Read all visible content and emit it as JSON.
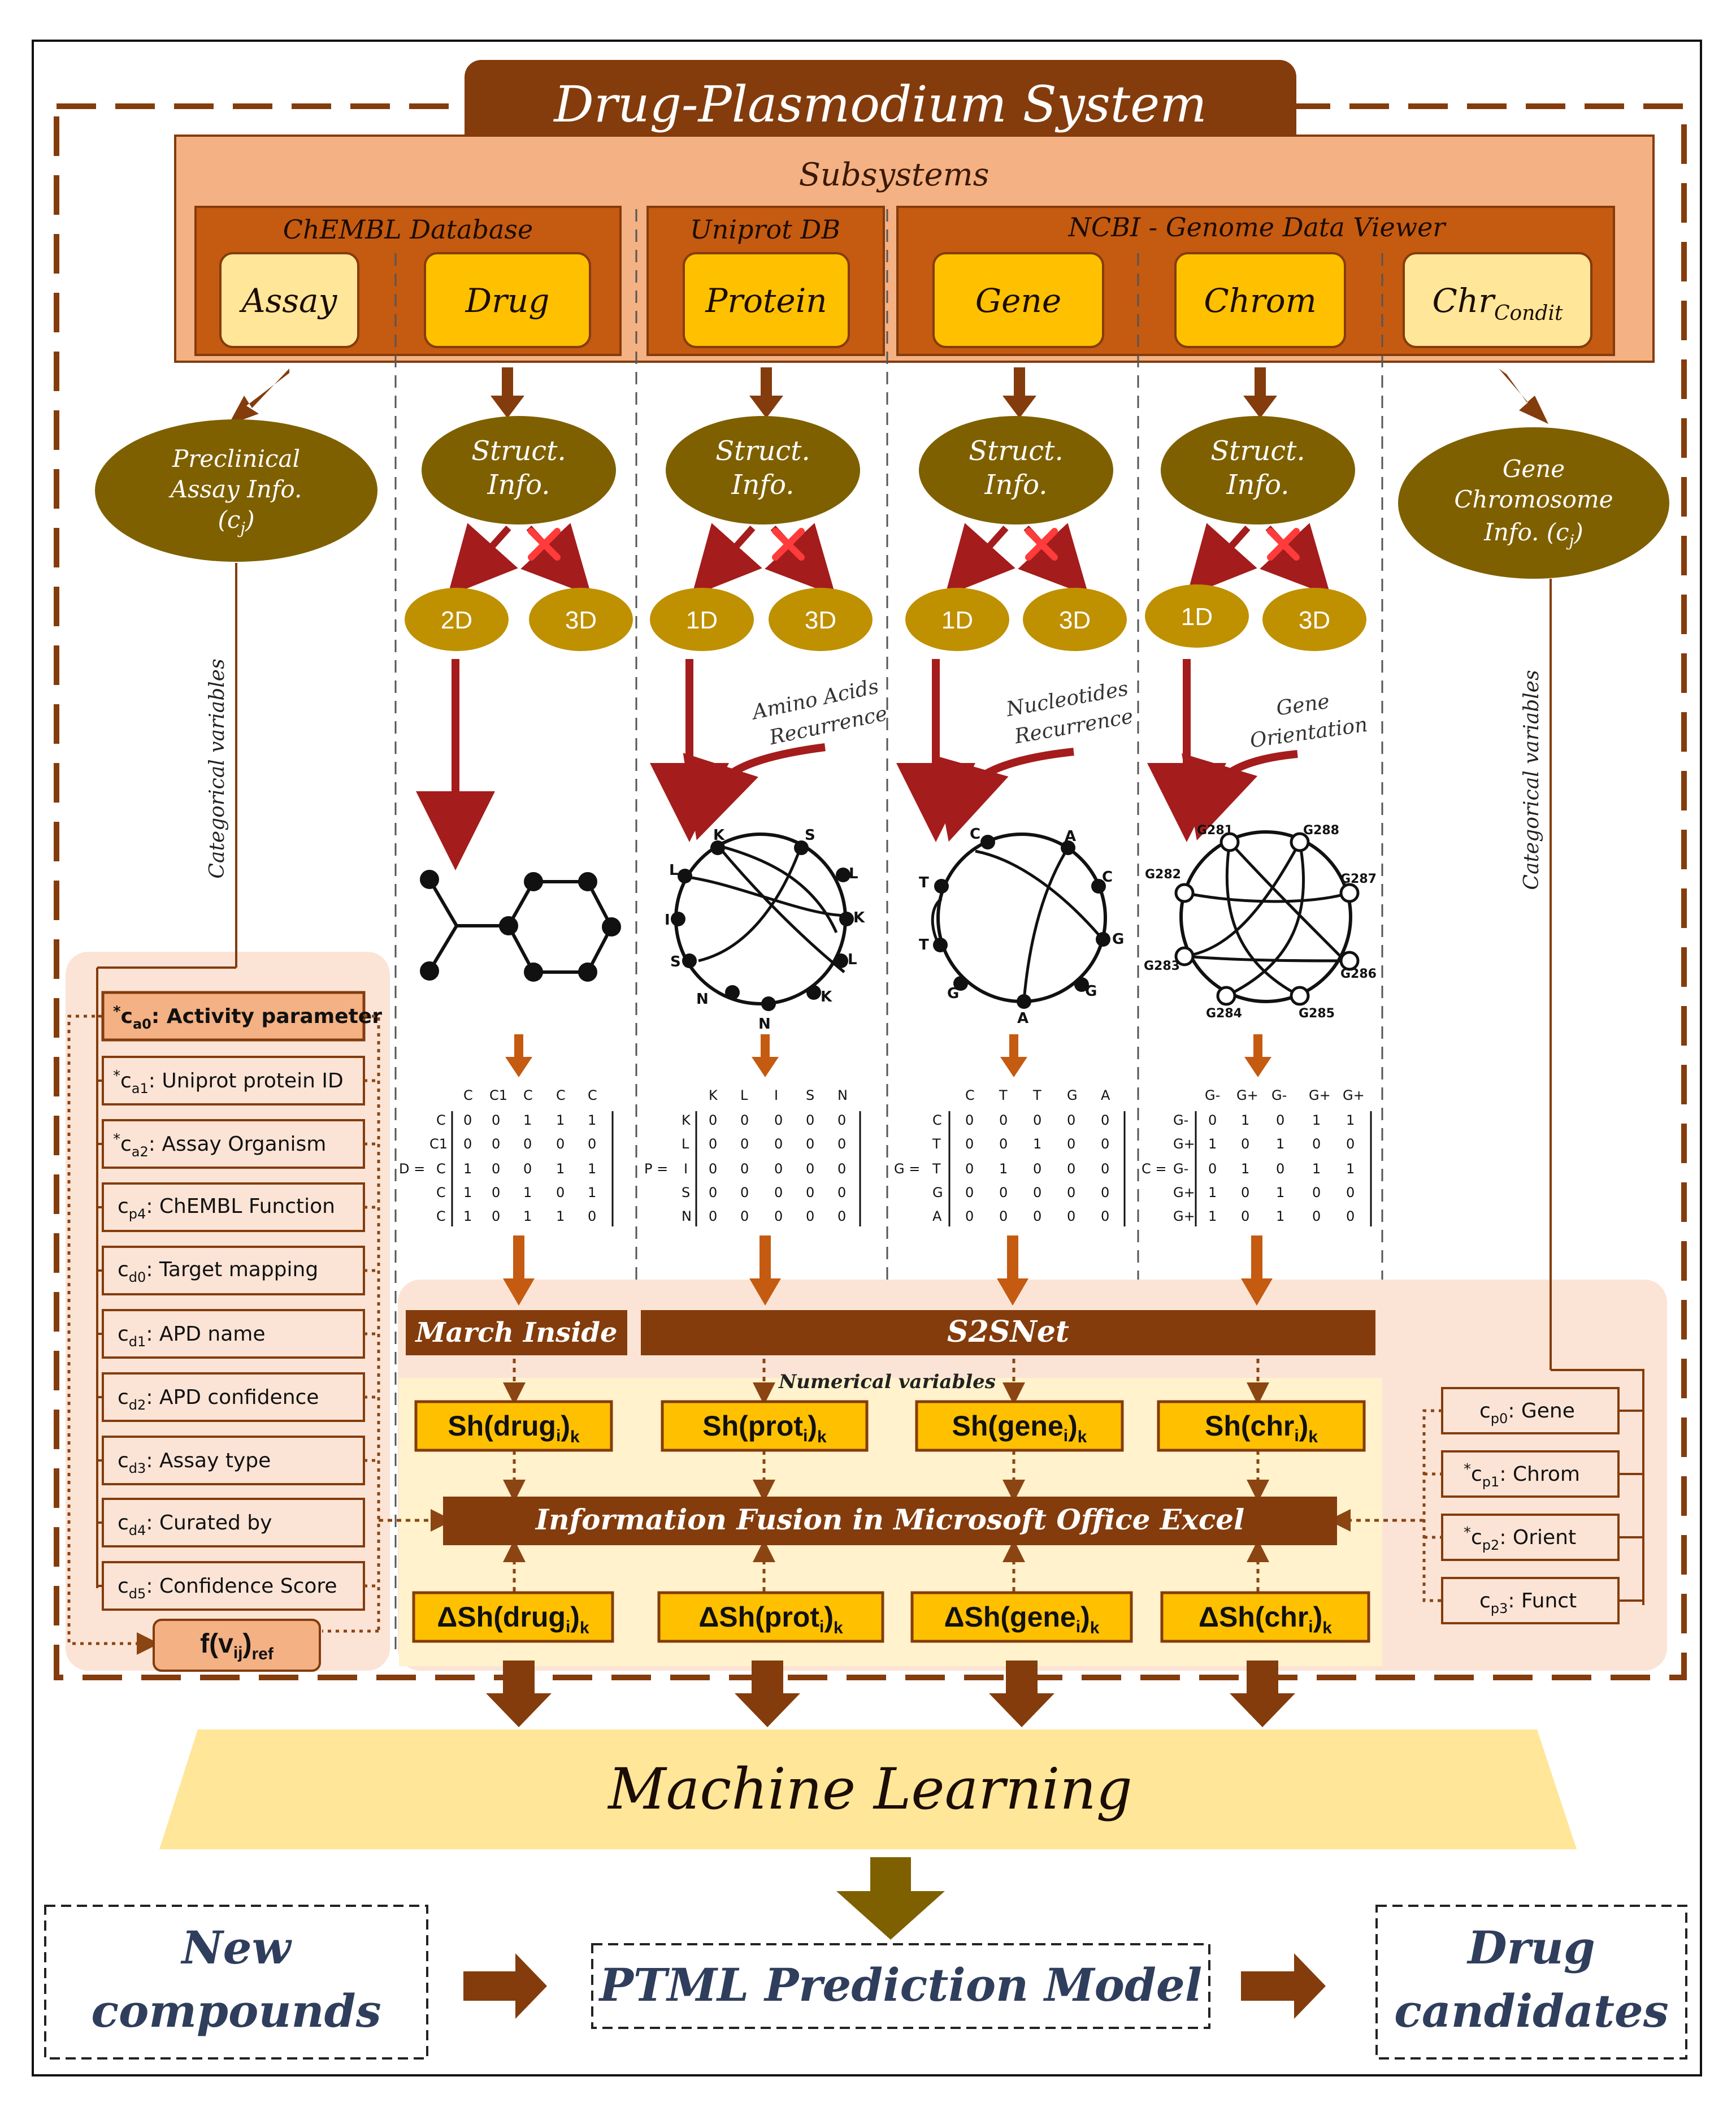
{
  "title": "Drug-Plasmodium System",
  "subsystems": {
    "label": "Subsystems",
    "sources": [
      "ChEMBL Database",
      "Uniprot DB",
      "NCBI - Genome Data Viewer"
    ],
    "boxes": [
      "Assay",
      "Drug",
      "Protein",
      "Gene",
      "Chrom"
    ],
    "chr_main": "Chr",
    "chr_sub": "Condit"
  },
  "left_ellipse": [
    "Preclinical",
    "Assay Info.",
    "(c",
    "j",
    ")"
  ],
  "right_ellipse": [
    "Gene",
    "Chromosome",
    "Info. (c",
    "j",
    ")"
  ],
  "struct_info": [
    "Struct.",
    "Info."
  ],
  "dims": {
    "drug": [
      "2D",
      "3D"
    ],
    "protein": [
      "1D",
      "3D"
    ],
    "gene": [
      "1D",
      "3D"
    ],
    "chrom": [
      "1D",
      "3D"
    ]
  },
  "side_notes": {
    "protein": [
      "Amino Acids",
      "Recurrence"
    ],
    "gene": [
      "Nucleotides",
      "Recurrence"
    ],
    "chrom": [
      "Gene",
      "Orientation"
    ]
  },
  "categorical_label": "Categorical variables",
  "numerical_label": "Numerical variables",
  "graphs": {
    "protein_nodes": [
      "K",
      "S",
      "L",
      "L",
      "K",
      "I",
      "L",
      "S",
      "K",
      "N",
      "N"
    ],
    "gene_nodes": [
      "C",
      "A",
      "C",
      "T",
      "G",
      "T",
      "G",
      "G",
      "A"
    ],
    "chrom_nodes": [
      "G281",
      "G288",
      "G282",
      "G287",
      "G283",
      "G286",
      "G284",
      "G285"
    ]
  },
  "matrices": {
    "drug": {
      "label": "D =",
      "cols": [
        "C",
        "C1",
        "C",
        "C",
        "C"
      ],
      "rows": [
        "C",
        "C1",
        "C",
        "C",
        "C"
      ],
      "values": [
        [
          "0",
          "0",
          "1",
          "1",
          "1"
        ],
        [
          "0",
          "0",
          "0",
          "0",
          "0"
        ],
        [
          "1",
          "0",
          "0",
          "1",
          "1"
        ],
        [
          "1",
          "0",
          "1",
          "0",
          "1"
        ],
        [
          "1",
          "0",
          "1",
          "1",
          "0"
        ]
      ]
    },
    "protein": {
      "label": "P =",
      "cols": [
        "K",
        "L",
        "I",
        "S",
        "N"
      ],
      "rows": [
        "K",
        "L",
        "I",
        "S",
        "N"
      ],
      "values": [
        [
          "0",
          "0",
          "0",
          "0",
          "0"
        ],
        [
          "0",
          "0",
          "0",
          "0",
          "0"
        ],
        [
          "0",
          "0",
          "0",
          "0",
          "0"
        ],
        [
          "0",
          "0",
          "0",
          "0",
          "0"
        ],
        [
          "0",
          "0",
          "0",
          "0",
          "0"
        ]
      ]
    },
    "gene": {
      "label": "G =",
      "cols": [
        "C",
        "T",
        "T",
        "G",
        "A"
      ],
      "rows": [
        "C",
        "T",
        "T",
        "G",
        "A"
      ],
      "values": [
        [
          "0",
          "0",
          "0",
          "0",
          "0"
        ],
        [
          "0",
          "0",
          "1",
          "0",
          "0"
        ],
        [
          "0",
          "1",
          "0",
          "0",
          "0"
        ],
        [
          "0",
          "0",
          "0",
          "0",
          "0"
        ],
        [
          "0",
          "0",
          "0",
          "0",
          "0"
        ]
      ]
    },
    "chrom": {
      "label": "C =",
      "cols": [
        "G-",
        "G+",
        "G-",
        "G+",
        "G+"
      ],
      "rows": [
        "G-",
        "G+",
        "G-",
        "G+",
        "G+"
      ],
      "values": [
        [
          "0",
          "1",
          "0",
          "1",
          "1"
        ],
        [
          "1",
          "0",
          "1",
          "0",
          "0"
        ],
        [
          "0",
          "1",
          "0",
          "1",
          "1"
        ],
        [
          "1",
          "0",
          "1",
          "0",
          "0"
        ],
        [
          "1",
          "0",
          "1",
          "0",
          "0"
        ]
      ]
    }
  },
  "methods": [
    "March Inside",
    "S2SNet"
  ],
  "sh": [
    {
      "base": "Sh(drug",
      "sub": "i",
      "end": ")",
      "k": "k"
    },
    {
      "base": "Sh(prot",
      "sub": "i",
      "end": ")",
      "k": "k"
    },
    {
      "base": "Sh(gene",
      "sub": "i",
      "end": ")",
      "k": "k"
    },
    {
      "base": "Sh(chr",
      "sub": "i",
      "end": ")",
      "k": "k"
    }
  ],
  "dsh": [
    {
      "base": "ΔSh(drug",
      "sub": "i",
      "end": ")",
      "k": "k"
    },
    {
      "base": "ΔSh(prot",
      "sub": "i",
      "end": ")",
      "k": "k"
    },
    {
      "base": "ΔSh(gene",
      "sub": "i",
      "end": ")",
      "k": "k"
    },
    {
      "base": "ΔSh(chr",
      "sub": "i",
      "end": ")",
      "k": "k"
    }
  ],
  "fusion": "Information Fusion in Microsoft Office Excel",
  "left_vars": [
    {
      "star": true,
      "c": "c",
      "sub": "a0",
      "text": ": Activity parameter"
    },
    {
      "star": true,
      "c": "c",
      "sub": "a1",
      "text": ": Uniprot protein ID"
    },
    {
      "star": true,
      "c": "c",
      "sub": "a2",
      "text": ": Assay Organism"
    },
    {
      "star": false,
      "c": "c",
      "sub": "p4",
      "text": ": ChEMBL Function"
    },
    {
      "star": false,
      "c": "c",
      "sub": "d0",
      "text": ": Target mapping"
    },
    {
      "star": false,
      "c": "c",
      "sub": "d1",
      "text": ": APD name"
    },
    {
      "star": false,
      "c": "c",
      "sub": "d2",
      "text": ": APD confidence"
    },
    {
      "star": false,
      "c": "c",
      "sub": "d3",
      "text": ": Assay type"
    },
    {
      "star": false,
      "c": "c",
      "sub": "d4",
      "text": ": Curated by"
    },
    {
      "star": false,
      "c": "c",
      "sub": "d5",
      "text": ": Confidence Score"
    }
  ],
  "fref": {
    "f": "f(v",
    "sub": "ij",
    "end": ")",
    "ref": "ref"
  },
  "right_vars": [
    {
      "star": false,
      "c": "c",
      "sub": "p0",
      "text": ": Gene"
    },
    {
      "star": true,
      "c": "c",
      "sub": "p1",
      "text": ": Chrom"
    },
    {
      "star": true,
      "c": "c",
      "sub": "p2",
      "text": ": Orient"
    },
    {
      "star": false,
      "c": "c",
      "sub": "p3",
      "text": ": Funct"
    }
  ],
  "machine_learning": "Machine Learning",
  "bottom": {
    "new": [
      "New",
      "compounds"
    ],
    "model": "PTML Prediction Model",
    "candidates": [
      "Drug",
      "candidates"
    ]
  },
  "colors": {
    "dark_brown": "#7a3a12",
    "orange": "#c55a11",
    "light_orange": "#f4b183",
    "pale_orange": "#fbe4d6",
    "gold": "#ffc000",
    "pale_gold": "#ffe699",
    "yellow_panel": "#fff2cc",
    "olive": "#7f6000",
    "olive_light": "#bf9000",
    "red_arrow": "#a51c1c",
    "ml_band": "#ffe699"
  }
}
